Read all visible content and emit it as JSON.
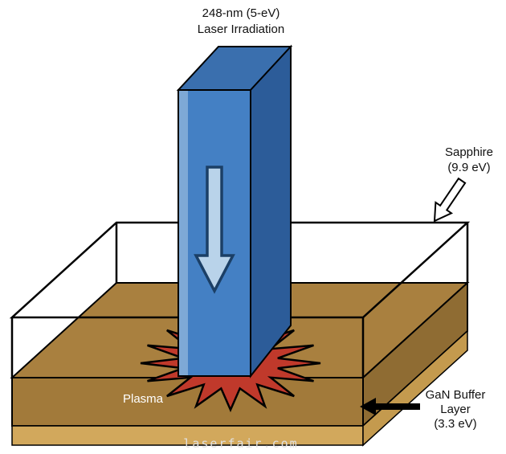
{
  "diagram": {
    "title_line1": "248-nm (5-eV)",
    "title_line2": "Laser Irradiation",
    "sapphire_label_line1": "Sapphire",
    "sapphire_label_line2": "(9.9 eV)",
    "gan_label_line1": "GaN Buffer",
    "gan_label_line2": "Layer",
    "gan_label_line3": "(3.3 eV)",
    "plasma_label": "Plasma",
    "watermark": "laserfair.com",
    "colors": {
      "background": "#ffffff",
      "outline": "#000000",
      "gan_top": "#a9803f",
      "gan_front": "#a27a3a",
      "gan_side": "#8f6c33",
      "buffer_front": "#d2a85c",
      "buffer_side": "#c49a4e",
      "beam_front": "#4480c4",
      "beam_highlight": "#7ea9d6",
      "beam_top": "#3a6fae",
      "beam_side": "#2c5c99",
      "arrow_fill": "#b9d3ea",
      "arrow_stroke": "#1b3f66",
      "plasma_red": "#c0392b",
      "pointer_fill_white": "#ffffff"
    }
  }
}
